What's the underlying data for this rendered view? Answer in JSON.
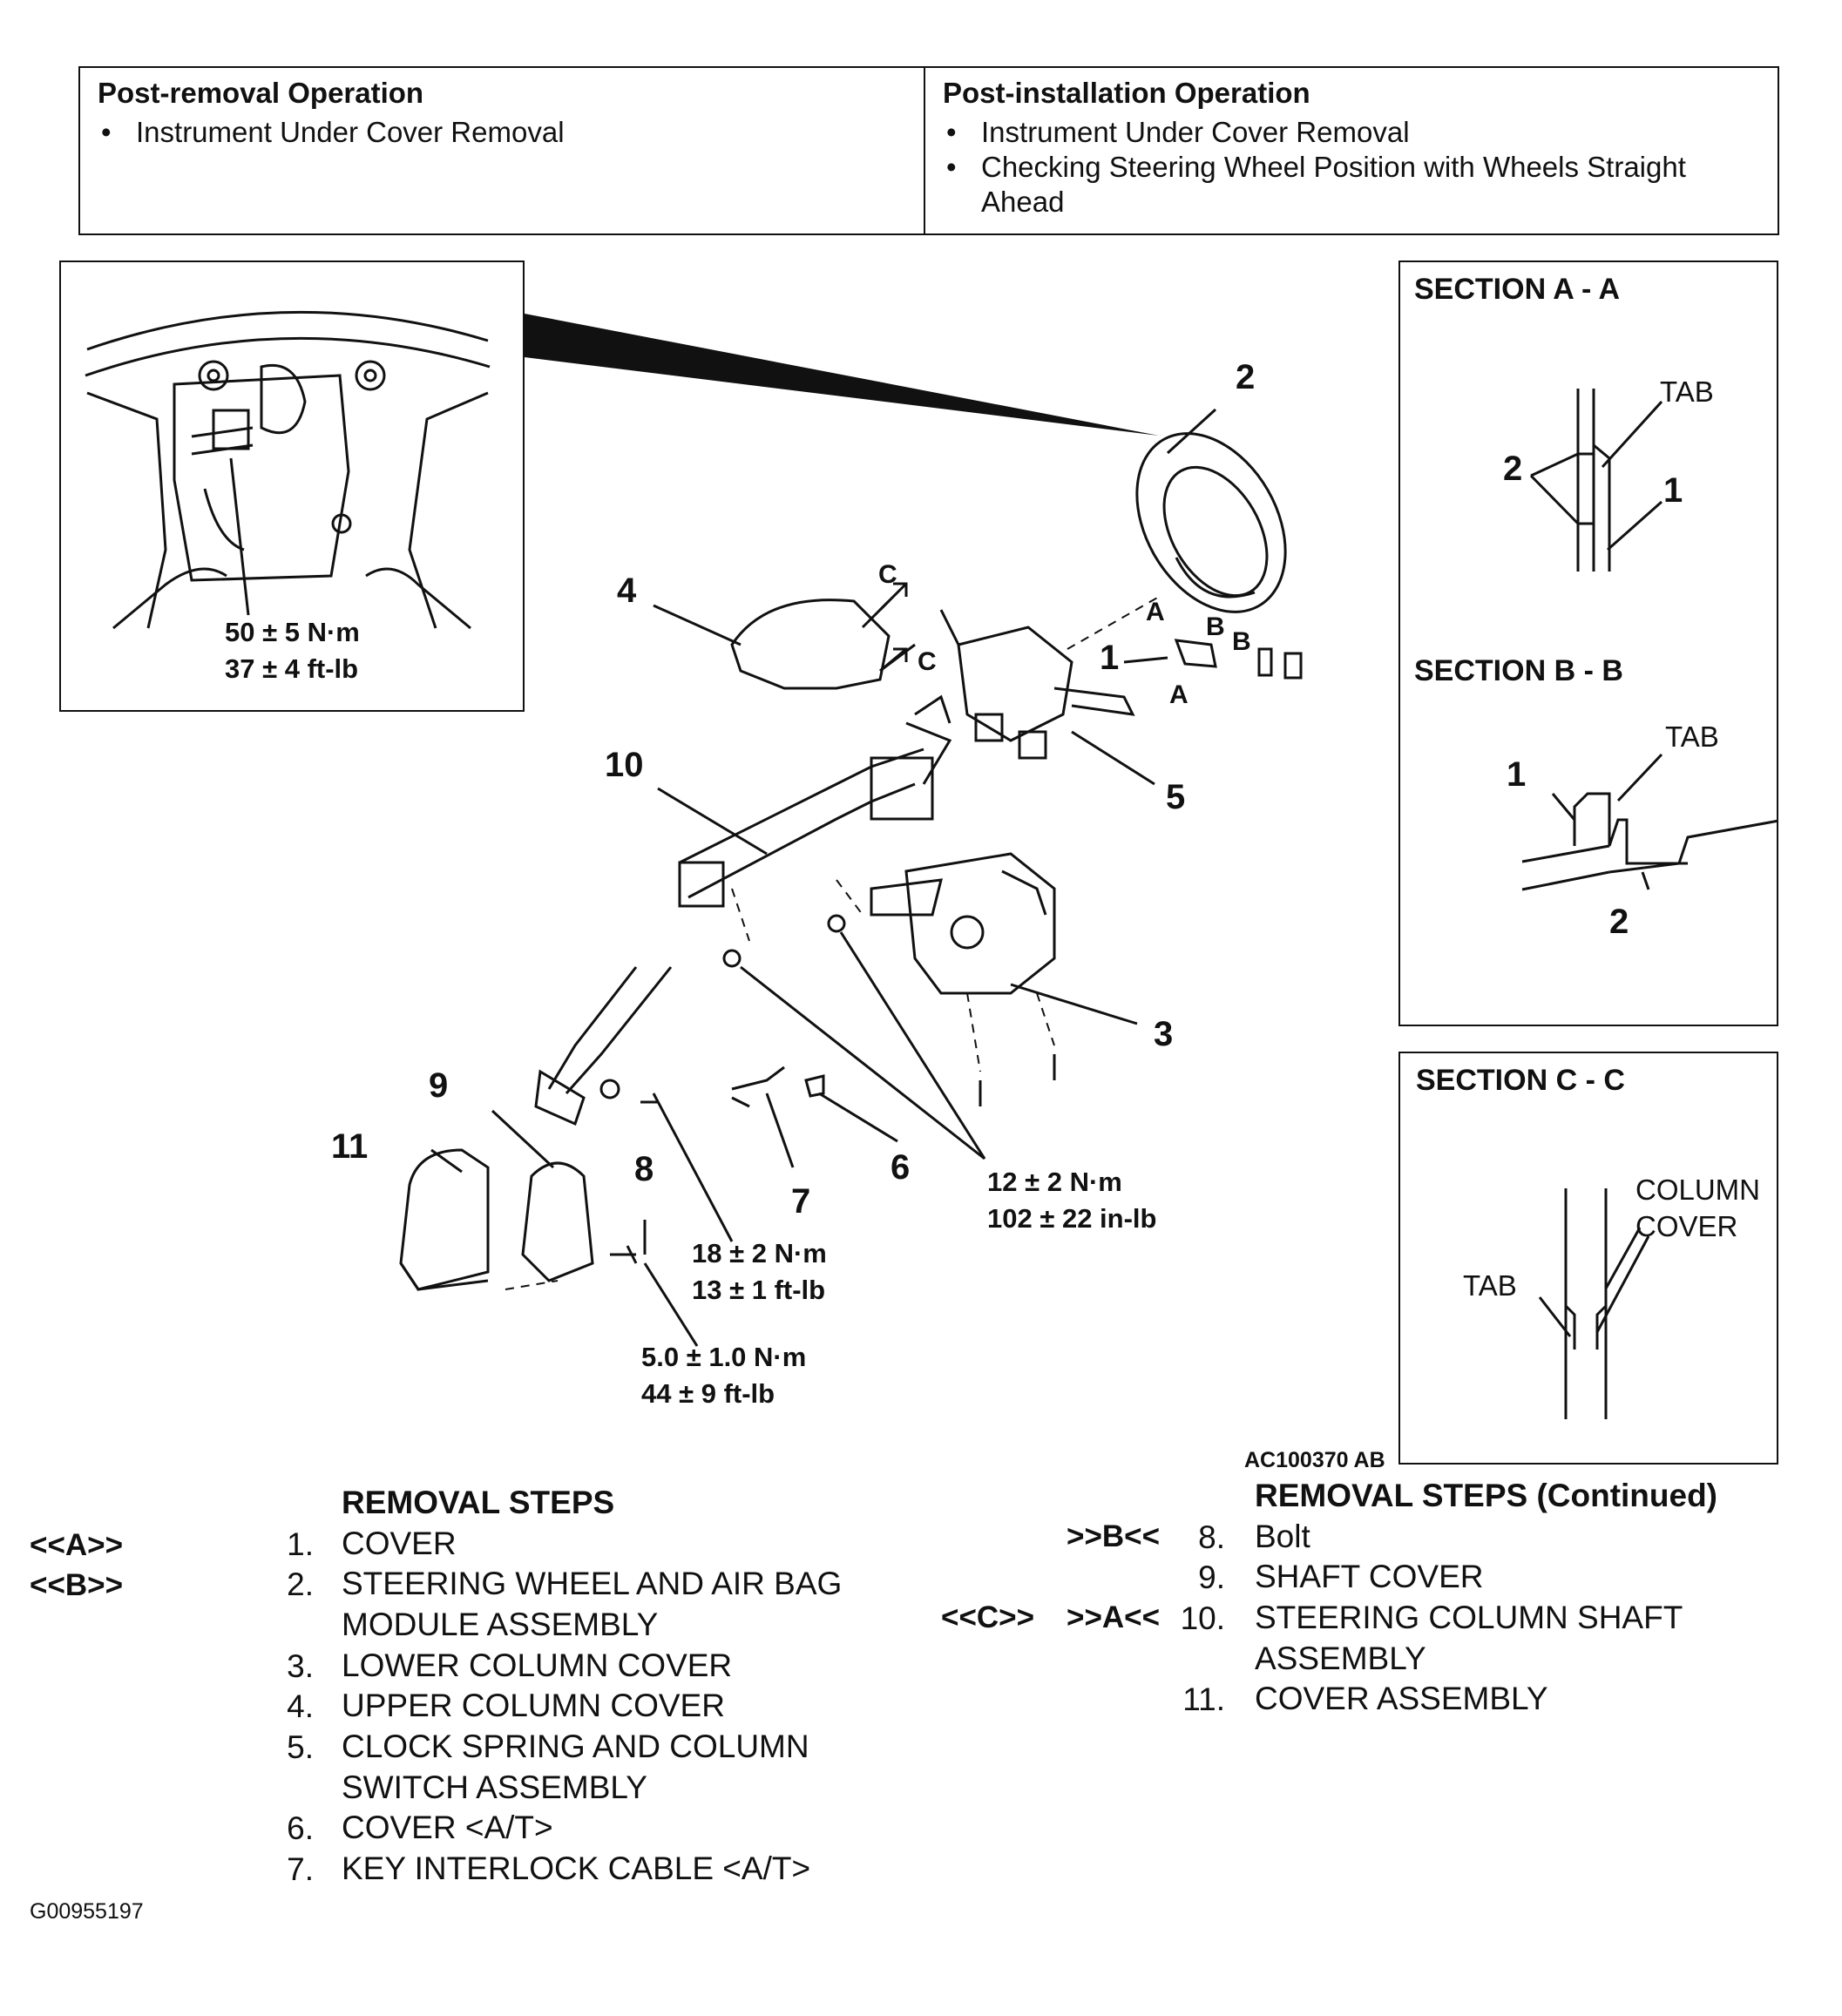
{
  "operations": {
    "post_removal": {
      "heading": "Post-removal Operation",
      "items": [
        "Instrument Under Cover Removal"
      ]
    },
    "post_installation": {
      "heading": "Post-installation Operation",
      "items": [
        "Instrument Under Cover Removal",
        "Checking Steering Wheel Position with Wheels Straight Ahead"
      ]
    }
  },
  "inset": {
    "torque_nm": "50 ± 5 N·m",
    "torque_ftlb": "37 ± 4 ft-lb"
  },
  "sections": {
    "aa": {
      "title": "SECTION A - A",
      "tab": "TAB",
      "n1": "1",
      "n2": "2"
    },
    "bb": {
      "title": "SECTION B - B",
      "tab": "TAB",
      "n1": "1",
      "n2": "2"
    },
    "cc": {
      "title": "SECTION C - C",
      "tab": "TAB",
      "col1": "COLUMN",
      "col2": "COVER"
    }
  },
  "callouts": {
    "c1": "1",
    "c2": "2",
    "c3": "3",
    "c4": "4",
    "c5": "5",
    "c6": "6",
    "c7": "7",
    "c8": "8",
    "c9": "9",
    "c10": "10",
    "c11": "11",
    "secA": "A",
    "secA2": "A",
    "secB": "B",
    "secB2": "B",
    "secC": "C",
    "secC2": "C"
  },
  "torques": {
    "t12_nm": "12 ± 2 N·m",
    "t12_inlb": "102 ± 22 in-lb",
    "t18_nm": "18 ± 2 N·m",
    "t18_ftlb": "13 ± 1 ft-lb",
    "t5_nm": "5.0 ± 1.0 N·m",
    "t5_ftlb": "44 ± 9 ft-lb"
  },
  "figure_code": "AC100370 AB",
  "removal_steps": {
    "title": "REMOVAL STEPS",
    "tag_a": "<<A>>",
    "tag_b": "<<B>>",
    "items": [
      {
        "n": "1.",
        "text": "COVER"
      },
      {
        "n": "2.",
        "text": "STEERING WHEEL AND AIR BAG",
        "text2": "MODULE ASSEMBLY"
      },
      {
        "n": "3.",
        "text": "LOWER COLUMN COVER"
      },
      {
        "n": "4.",
        "text": "UPPER COLUMN COVER"
      },
      {
        "n": "5.",
        "text": "CLOCK SPRING AND COLUMN",
        "text2": "SWITCH ASSEMBLY"
      },
      {
        "n": "6.",
        "text": "COVER <A/T>"
      },
      {
        "n": "7.",
        "text": "KEY INTERLOCK CABLE <A/T>"
      }
    ]
  },
  "removal_steps_cont": {
    "title": "REMOVAL STEPS (Continued)",
    "tag_b": ">>B<<",
    "tag_c": "<<C>>",
    "tag_a": ">>A<<",
    "items": [
      {
        "n": "8.",
        "text": "Bolt"
      },
      {
        "n": "9.",
        "text": "SHAFT COVER"
      },
      {
        "n": "10.",
        "text": "STEERING COLUMN SHAFT",
        "text2": "ASSEMBLY"
      },
      {
        "n": "11.",
        "text": "COVER ASSEMBLY"
      }
    ]
  },
  "doc_id": "G00955197"
}
